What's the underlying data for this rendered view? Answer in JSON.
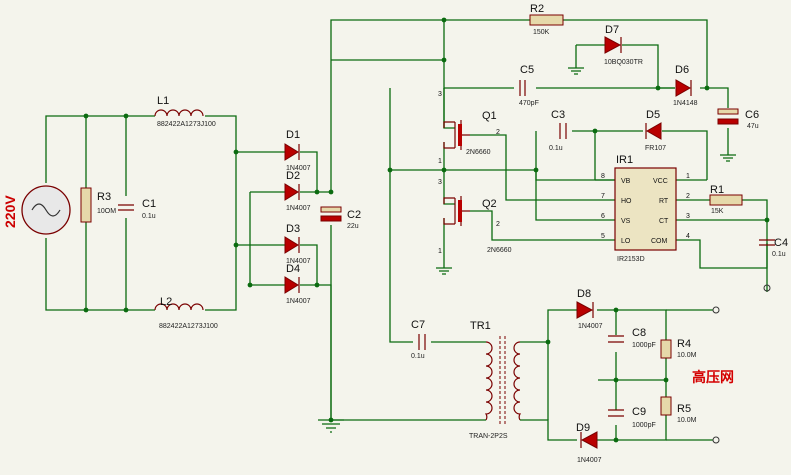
{
  "source_label": "220V",
  "watermark": "高压网",
  "components": {
    "L1": {
      "ref": "L1",
      "value": "882422A1273J100"
    },
    "L2": {
      "ref": "L2",
      "value": "882422A1273J100"
    },
    "R3": {
      "ref": "R3",
      "value": "10OM"
    },
    "C1": {
      "ref": "C1",
      "value": "0.1u"
    },
    "D1": {
      "ref": "D1",
      "value": "1N4007"
    },
    "D2": {
      "ref": "D2",
      "value": "1N4007"
    },
    "D3": {
      "ref": "D3",
      "value": "1N4007"
    },
    "D4": {
      "ref": "D4",
      "value": "1N4007"
    },
    "C2": {
      "ref": "C2",
      "value": "22u"
    },
    "R2": {
      "ref": "R2",
      "value": "150K"
    },
    "D7": {
      "ref": "D7",
      "value": "10BQ030TR"
    },
    "C5": {
      "ref": "C5",
      "value": "470pF"
    },
    "D6": {
      "ref": "D6",
      "value": "1N4148"
    },
    "C6": {
      "ref": "C6",
      "value": "47u"
    },
    "Q1": {
      "ref": "Q1",
      "value": "2N6660"
    },
    "C3": {
      "ref": "C3",
      "value": "0.1u"
    },
    "D5": {
      "ref": "D5",
      "value": "FR107"
    },
    "Q2": {
      "ref": "Q2",
      "value": "2N6660"
    },
    "IR1": {
      "ref": "IR1",
      "value": "IR2153D"
    },
    "R1": {
      "ref": "R1",
      "value": "15K"
    },
    "C4": {
      "ref": "C4",
      "value": "0.1u"
    },
    "C7": {
      "ref": "C7",
      "value": "0.1u"
    },
    "TR1": {
      "ref": "TR1",
      "value": "TRAN-2P2S"
    },
    "D8": {
      "ref": "D8",
      "value": "1N4007"
    },
    "D9": {
      "ref": "D9",
      "value": "1N4007"
    },
    "C8": {
      "ref": "C8",
      "value": "1000pF"
    },
    "C9": {
      "ref": "C9",
      "value": "1000pF"
    },
    "R4": {
      "ref": "R4",
      "value": "10.0M"
    },
    "R5": {
      "ref": "R5",
      "value": "10.0M"
    }
  },
  "ic_pins": {
    "vb": "VB",
    "ho": "HO",
    "vs": "VS",
    "lo": "LO",
    "vcc": "VCC",
    "rt": "RT",
    "ct": "CT",
    "com": "COM",
    "n8": "8",
    "n7": "7",
    "n6": "6",
    "n5": "5",
    "n1": "1",
    "n2": "2",
    "n3": "3",
    "n4": "4"
  },
  "transistor_pins": {
    "q1_d": "3",
    "q1_g": "2",
    "q1_s": "1",
    "q2_d": "3",
    "q2_g": "2",
    "q2_s": "1"
  }
}
